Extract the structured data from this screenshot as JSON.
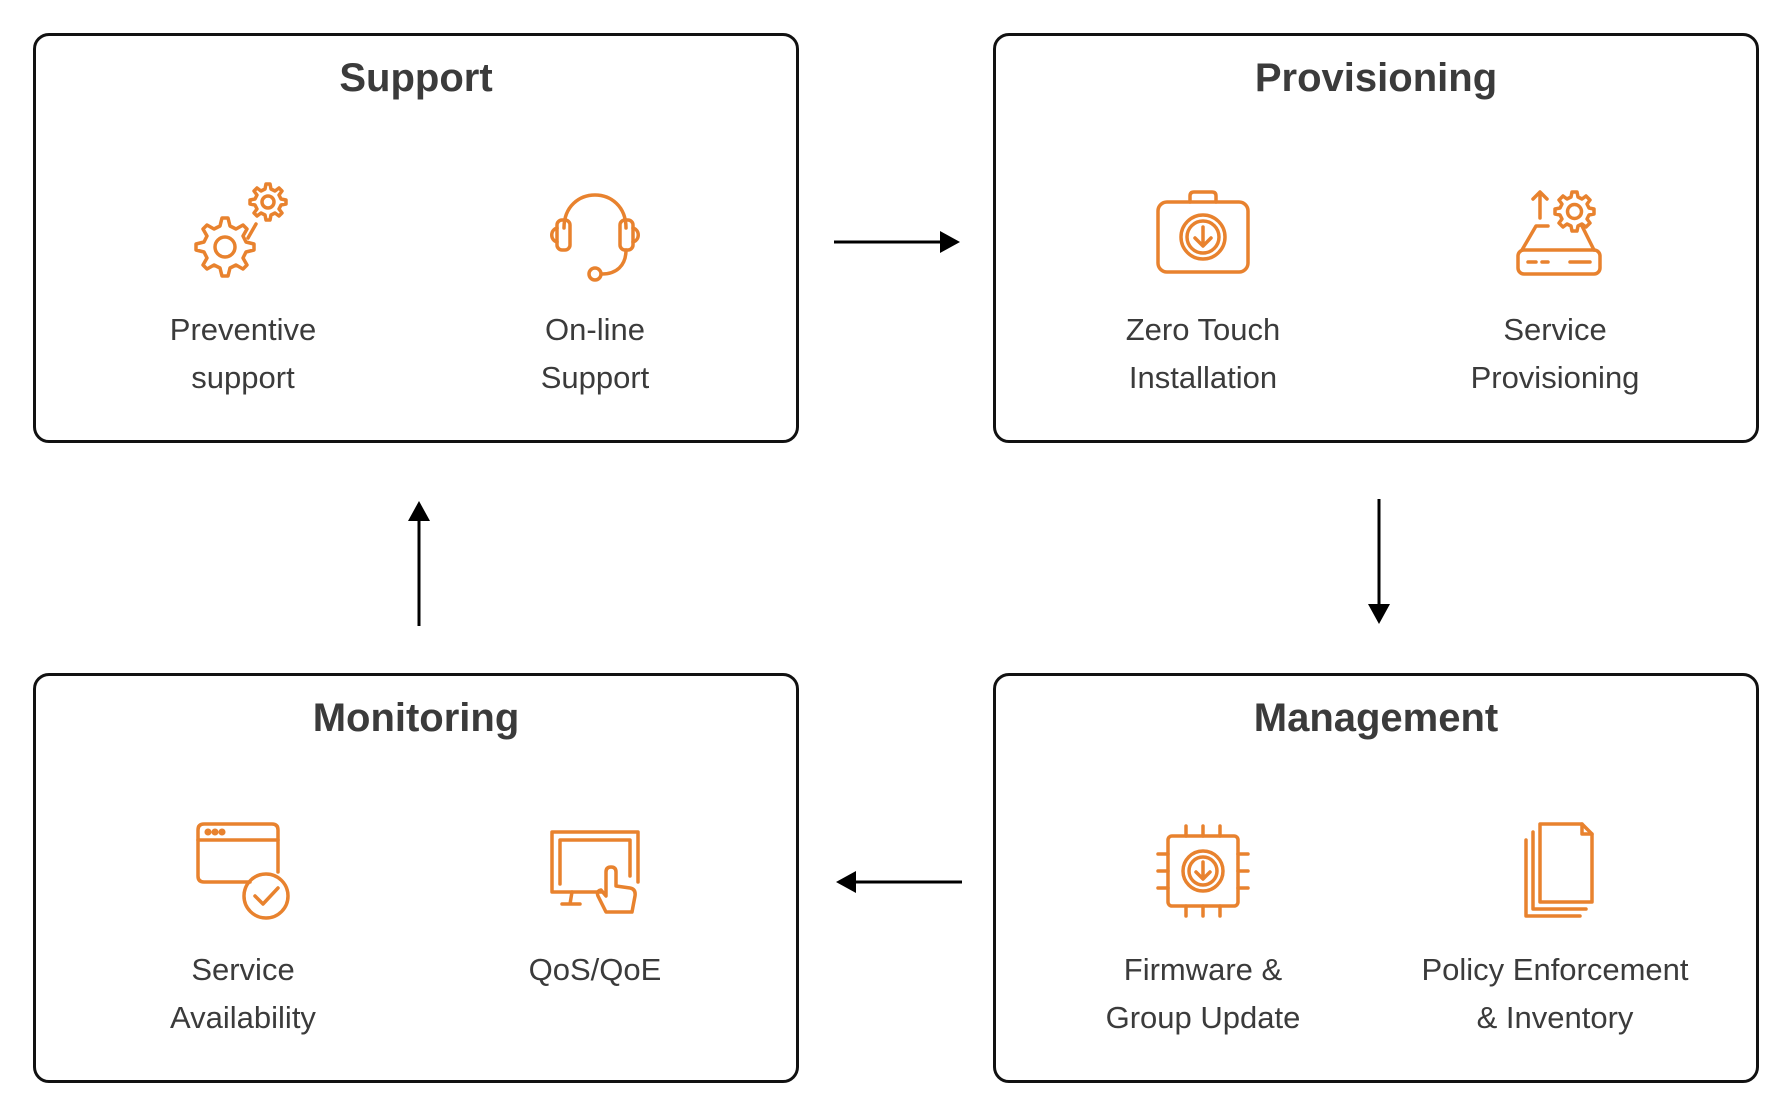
{
  "accent_color": "#E8822E",
  "boxes": {
    "support": {
      "title": "Support",
      "items": [
        {
          "label": "Preventive\nsupport",
          "icon": "gears-icon"
        },
        {
          "label": "On-line\nSupport",
          "icon": "headset-icon"
        }
      ]
    },
    "provisioning": {
      "title": "Provisioning",
      "items": [
        {
          "label": "Zero Touch\nInstallation",
          "icon": "download-case-icon"
        },
        {
          "label": "Service\nProvisioning",
          "icon": "device-gear-icon"
        }
      ]
    },
    "monitoring": {
      "title": "Monitoring",
      "items": [
        {
          "label": "Service\nAvailability",
          "icon": "browser-check-icon"
        },
        {
          "label": "QoS/QoE",
          "icon": "touch-monitor-icon"
        }
      ]
    },
    "management": {
      "title": "Management",
      "items": [
        {
          "label": "Firmware &\nGroup Update",
          "icon": "chip-download-icon"
        },
        {
          "label": "Policy Enforcement\n& Inventory",
          "icon": "documents-icon"
        }
      ]
    }
  },
  "flow": [
    "support",
    "provisioning",
    "management",
    "monitoring",
    "support"
  ]
}
